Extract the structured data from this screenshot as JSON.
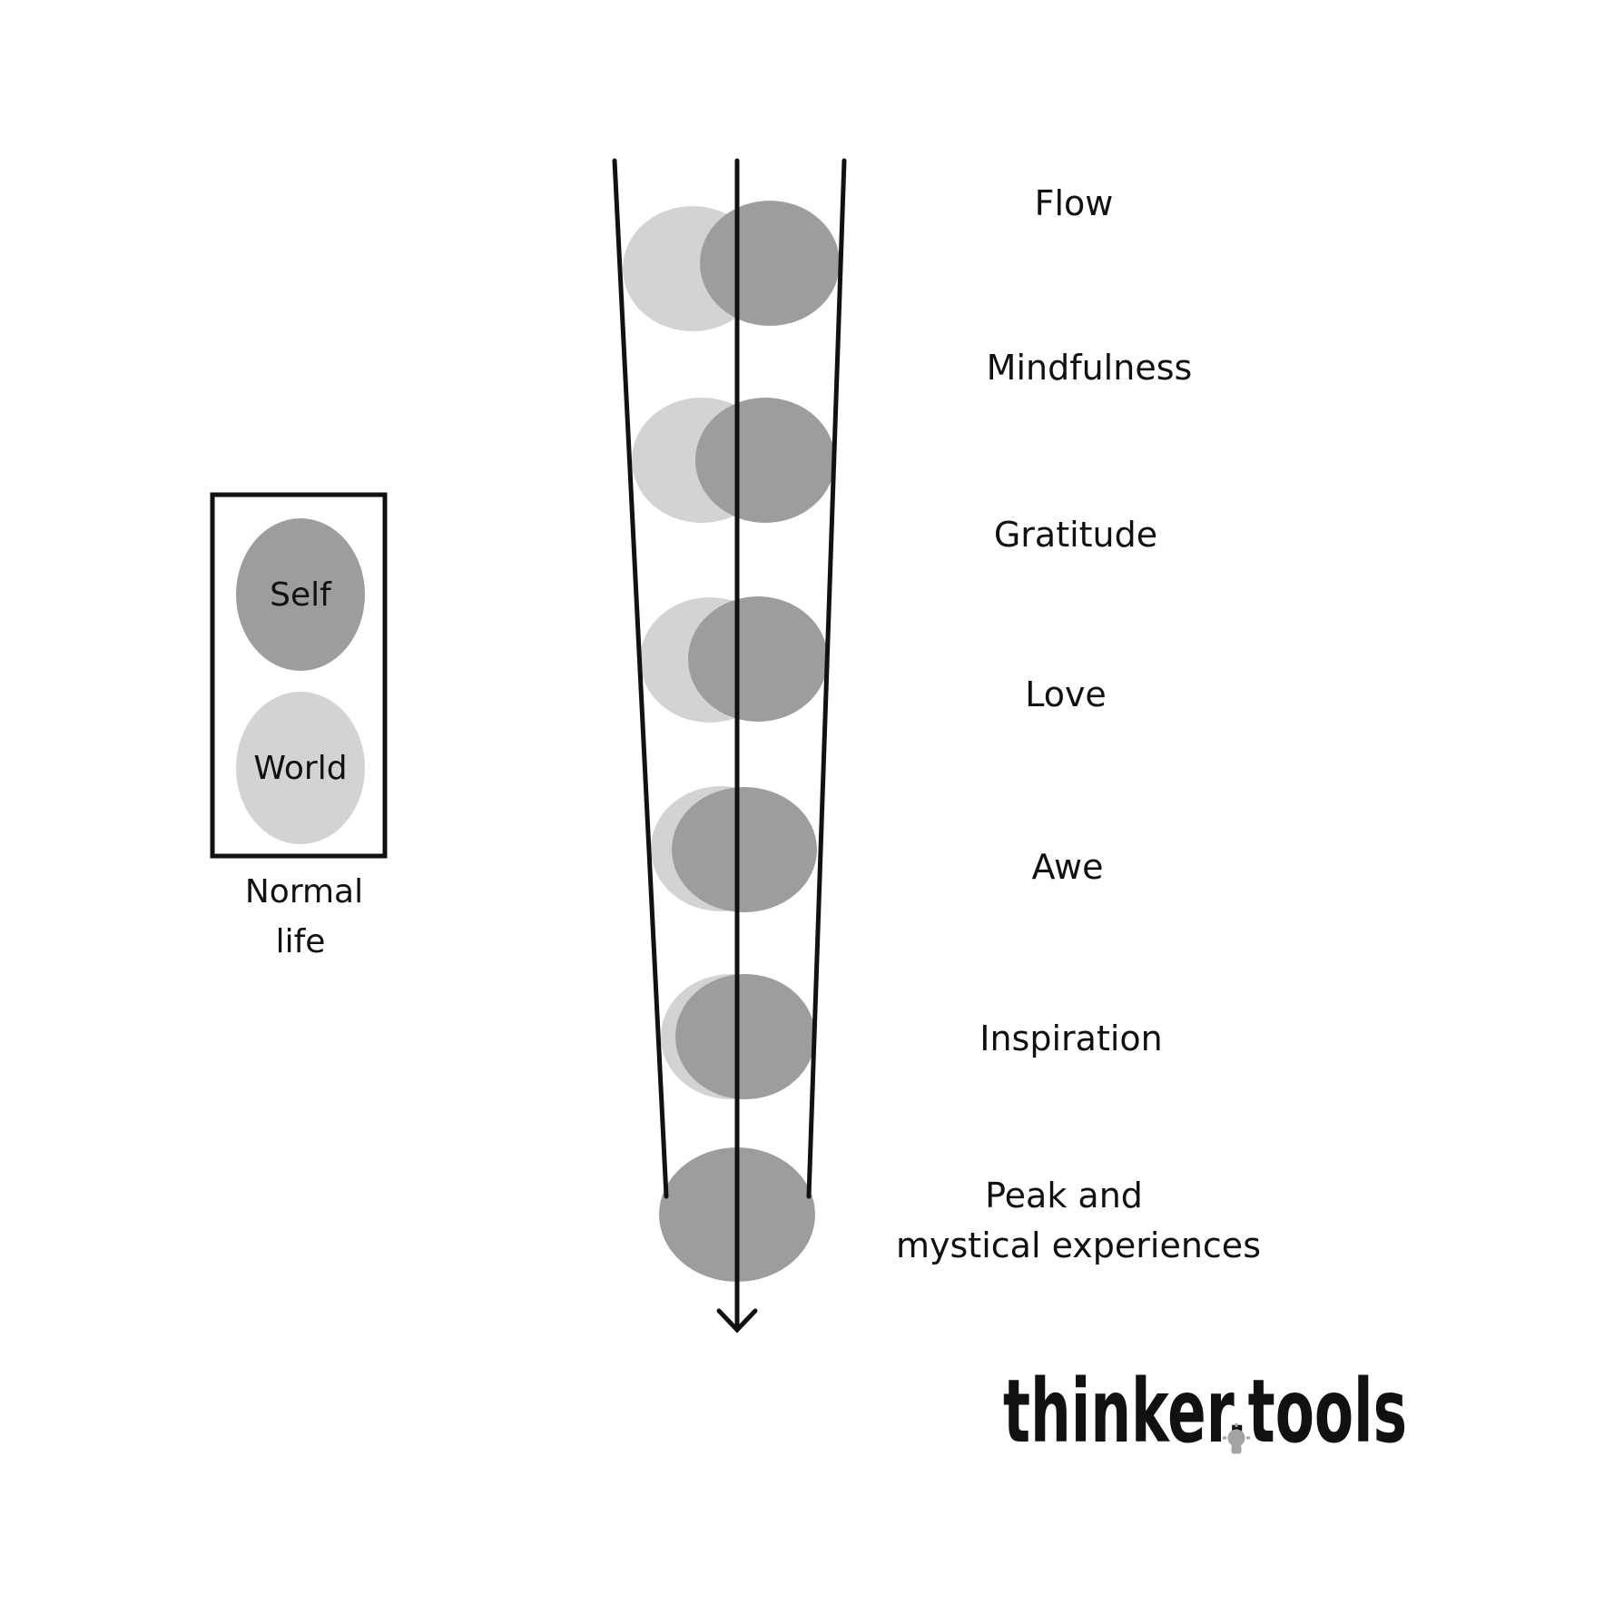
{
  "legend": {
    "self_label": "Self",
    "world_label": "World",
    "caption_lines": [
      "Normal",
      "life"
    ]
  },
  "stages": [
    {
      "label": "Flow"
    },
    {
      "label": "Mindfulness"
    },
    {
      "label": "Gratitude"
    },
    {
      "label": "Love"
    },
    {
      "label": "Awe"
    },
    {
      "label": "Inspiration"
    },
    {
      "label": "Peak and mystical experiences",
      "lines": [
        "Peak and",
        "mystical experiences"
      ]
    }
  ],
  "logo": {
    "text": "thinker.tools"
  },
  "colors": {
    "self": "#9d9d9d",
    "world": "#d3d3d3",
    "line": "#111111",
    "logo": "#a3a3a3"
  }
}
